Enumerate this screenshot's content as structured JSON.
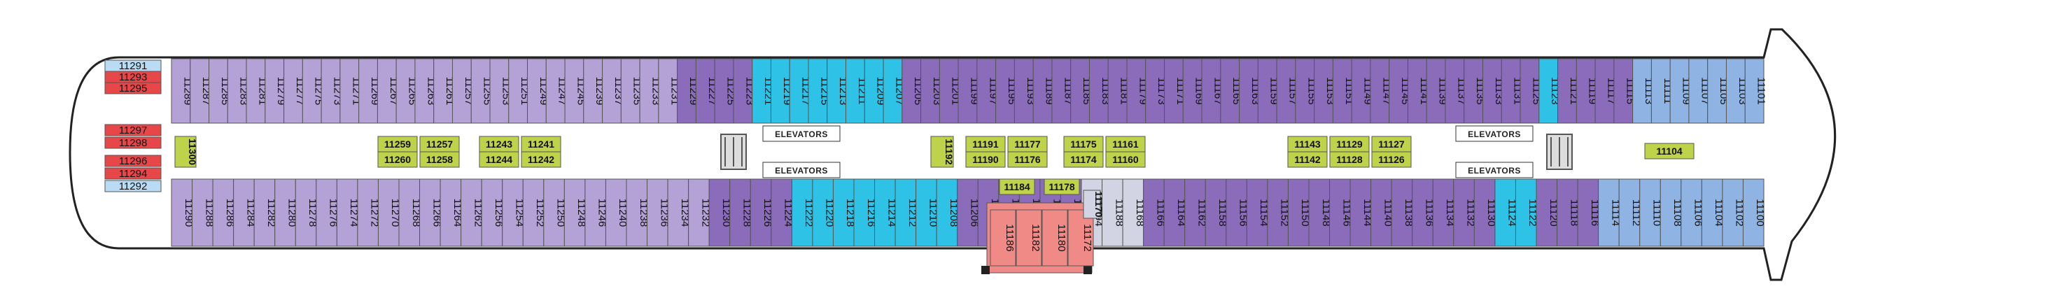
{
  "colors": {
    "lavender": "#b4a2d6",
    "purple": "#8a6cbb",
    "cyan": "#2ec2e6",
    "blue": "#8fb4e3",
    "lightblue": "#b9dcf4",
    "red": "#e8474a",
    "green": "#bfd34a",
    "salmon": "#ef8a86",
    "grey": "#d2d4e3"
  },
  "elevators": {
    "label": "ELEVATORS"
  },
  "cabins": {
    "forward_stern": [
      {
        "n": "11291",
        "c": "lightblue"
      },
      {
        "n": "11293",
        "c": "red"
      },
      {
        "n": "11295",
        "c": "red"
      },
      {
        "n": "11297",
        "c": "red"
      },
      {
        "n": "11298",
        "c": "red"
      },
      {
        "n": "11296",
        "c": "red"
      },
      {
        "n": "11294",
        "c": "red"
      },
      {
        "n": "11292",
        "c": "lightblue"
      }
    ],
    "top": [
      {
        "n": "11289",
        "c": "lavender"
      },
      {
        "n": "11287",
        "c": "lavender"
      },
      {
        "n": "11285",
        "c": "lavender"
      },
      {
        "n": "11283",
        "c": "lavender"
      },
      {
        "n": "11281",
        "c": "lavender"
      },
      {
        "n": "11279",
        "c": "lavender"
      },
      {
        "n": "11277",
        "c": "lavender"
      },
      {
        "n": "11275",
        "c": "lavender"
      },
      {
        "n": "11273",
        "c": "lavender"
      },
      {
        "n": "11271",
        "c": "lavender"
      },
      {
        "n": "11269",
        "c": "lavender"
      },
      {
        "n": "11267",
        "c": "lavender"
      },
      {
        "n": "11265",
        "c": "lavender"
      },
      {
        "n": "11263",
        "c": "lavender"
      },
      {
        "n": "11261",
        "c": "lavender"
      },
      {
        "n": "11257",
        "c": "lavender"
      },
      {
        "n": "11255",
        "c": "lavender"
      },
      {
        "n": "11253",
        "c": "lavender"
      },
      {
        "n": "11251",
        "c": "lavender"
      },
      {
        "n": "11249",
        "c": "lavender"
      },
      {
        "n": "11247",
        "c": "lavender"
      },
      {
        "n": "11245",
        "c": "lavender"
      },
      {
        "n": "11239",
        "c": "lavender"
      },
      {
        "n": "11237",
        "c": "lavender"
      },
      {
        "n": "11235",
        "c": "lavender"
      },
      {
        "n": "11233",
        "c": "lavender"
      },
      {
        "n": "11231",
        "c": "lavender"
      },
      {
        "n": "11229",
        "c": "purple"
      },
      {
        "n": "11227",
        "c": "purple"
      },
      {
        "n": "11225",
        "c": "purple"
      },
      {
        "n": "11223",
        "c": "purple"
      },
      {
        "n": "11221",
        "c": "cyan"
      },
      {
        "n": "11219",
        "c": "cyan"
      },
      {
        "n": "11217",
        "c": "cyan"
      },
      {
        "n": "11215",
        "c": "cyan"
      },
      {
        "n": "11213",
        "c": "cyan"
      },
      {
        "n": "11211",
        "c": "cyan"
      },
      {
        "n": "11209",
        "c": "cyan"
      },
      {
        "n": "11207",
        "c": "cyan"
      },
      {
        "n": "11205",
        "c": "purple"
      },
      {
        "n": "11203",
        "c": "purple"
      },
      {
        "n": "11201",
        "c": "purple"
      },
      {
        "n": "11199",
        "c": "purple"
      },
      {
        "n": "11197",
        "c": "purple"
      },
      {
        "n": "11195",
        "c": "purple"
      },
      {
        "n": "11193",
        "c": "purple"
      },
      {
        "n": "11189",
        "c": "purple"
      },
      {
        "n": "11187",
        "c": "purple"
      },
      {
        "n": "11185",
        "c": "purple"
      },
      {
        "n": "11183",
        "c": "purple"
      },
      {
        "n": "11181",
        "c": "purple"
      },
      {
        "n": "11179",
        "c": "purple"
      },
      {
        "n": "11173",
        "c": "purple"
      },
      {
        "n": "11171",
        "c": "purple"
      },
      {
        "n": "11169",
        "c": "purple"
      },
      {
        "n": "11167",
        "c": "purple"
      },
      {
        "n": "11165",
        "c": "purple"
      },
      {
        "n": "11163",
        "c": "purple"
      },
      {
        "n": "11159",
        "c": "purple"
      },
      {
        "n": "11157",
        "c": "purple"
      },
      {
        "n": "11155",
        "c": "purple"
      },
      {
        "n": "11153",
        "c": "purple"
      },
      {
        "n": "11151",
        "c": "purple"
      },
      {
        "n": "11149",
        "c": "purple"
      },
      {
        "n": "11147",
        "c": "purple"
      },
      {
        "n": "11145",
        "c": "purple"
      },
      {
        "n": "11141",
        "c": "purple"
      },
      {
        "n": "11139",
        "c": "purple"
      },
      {
        "n": "11137",
        "c": "purple"
      },
      {
        "n": "11135",
        "c": "purple"
      },
      {
        "n": "11133",
        "c": "purple"
      },
      {
        "n": "11131",
        "c": "purple"
      },
      {
        "n": "11125",
        "c": "purple"
      },
      {
        "n": "11123",
        "c": "cyan"
      },
      {
        "n": "11121",
        "c": "purple"
      },
      {
        "n": "11119",
        "c": "purple"
      },
      {
        "n": "11117",
        "c": "purple"
      },
      {
        "n": "11115",
        "c": "purple"
      },
      {
        "n": "11113",
        "c": "blue"
      },
      {
        "n": "11111",
        "c": "blue"
      },
      {
        "n": "11109",
        "c": "blue"
      },
      {
        "n": "11107",
        "c": "blue"
      },
      {
        "n": "11105",
        "c": "blue"
      },
      {
        "n": "11103",
        "c": "blue"
      },
      {
        "n": "11101",
        "c": "blue"
      }
    ],
    "bottom": [
      {
        "n": "11290",
        "c": "lavender"
      },
      {
        "n": "11288",
        "c": "lavender"
      },
      {
        "n": "11286",
        "c": "lavender"
      },
      {
        "n": "11284",
        "c": "lavender"
      },
      {
        "n": "11282",
        "c": "lavender"
      },
      {
        "n": "11280",
        "c": "lavender"
      },
      {
        "n": "11278",
        "c": "lavender"
      },
      {
        "n": "11276",
        "c": "lavender"
      },
      {
        "n": "11274",
        "c": "lavender"
      },
      {
        "n": "11272",
        "c": "lavender"
      },
      {
        "n": "11270",
        "c": "lavender"
      },
      {
        "n": "11268",
        "c": "lavender"
      },
      {
        "n": "11266",
        "c": "lavender"
      },
      {
        "n": "11264",
        "c": "lavender"
      },
      {
        "n": "11262",
        "c": "lavender"
      },
      {
        "n": "11256",
        "c": "lavender"
      },
      {
        "n": "11254",
        "c": "lavender"
      },
      {
        "n": "11252",
        "c": "lavender"
      },
      {
        "n": "11250",
        "c": "lavender"
      },
      {
        "n": "11248",
        "c": "lavender"
      },
      {
        "n": "11246",
        "c": "lavender"
      },
      {
        "n": "11240",
        "c": "lavender"
      },
      {
        "n": "11238",
        "c": "lavender"
      },
      {
        "n": "11236",
        "c": "lavender"
      },
      {
        "n": "11234",
        "c": "lavender"
      },
      {
        "n": "11232",
        "c": "lavender"
      },
      {
        "n": "11230",
        "c": "purple"
      },
      {
        "n": "11228",
        "c": "purple"
      },
      {
        "n": "11226",
        "c": "purple"
      },
      {
        "n": "11224",
        "c": "purple"
      },
      {
        "n": "11222",
        "c": "cyan"
      },
      {
        "n": "11220",
        "c": "cyan"
      },
      {
        "n": "11218",
        "c": "cyan"
      },
      {
        "n": "11216",
        "c": "cyan"
      },
      {
        "n": "11214",
        "c": "cyan"
      },
      {
        "n": "11212",
        "c": "cyan"
      },
      {
        "n": "11210",
        "c": "cyan"
      },
      {
        "n": "11208",
        "c": "cyan"
      },
      {
        "n": "11206",
        "c": "purple"
      },
      {
        "n": "11204",
        "c": "purple"
      },
      {
        "n": "11202",
        "c": "purple"
      },
      {
        "n": "11200",
        "c": "purple"
      },
      {
        "n": "11198",
        "c": "purple"
      },
      {
        "n": "11196",
        "c": "purple"
      },
      {
        "n": "11194",
        "c": "grey"
      },
      {
        "n": "11188",
        "c": "grey"
      },
      {
        "n": "11168",
        "c": "grey"
      },
      {
        "n": "11166",
        "c": "purple"
      },
      {
        "n": "11164",
        "c": "purple"
      },
      {
        "n": "11162",
        "c": "purple"
      },
      {
        "n": "11158",
        "c": "purple"
      },
      {
        "n": "11156",
        "c": "purple"
      },
      {
        "n": "11154",
        "c": "purple"
      },
      {
        "n": "11152",
        "c": "purple"
      },
      {
        "n": "11150",
        "c": "purple"
      },
      {
        "n": "11148",
        "c": "purple"
      },
      {
        "n": "11146",
        "c": "purple"
      },
      {
        "n": "11144",
        "c": "purple"
      },
      {
        "n": "11140",
        "c": "purple"
      },
      {
        "n": "11138",
        "c": "purple"
      },
      {
        "n": "11136",
        "c": "purple"
      },
      {
        "n": "11134",
        "c": "purple"
      },
      {
        "n": "11132",
        "c": "purple"
      },
      {
        "n": "11130",
        "c": "purple"
      },
      {
        "n": "11124",
        "c": "cyan"
      },
      {
        "n": "11122",
        "c": "cyan"
      },
      {
        "n": "11120",
        "c": "purple"
      },
      {
        "n": "11118",
        "c": "purple"
      },
      {
        "n": "11116",
        "c": "purple"
      },
      {
        "n": "11114",
        "c": "blue"
      },
      {
        "n": "11112",
        "c": "blue"
      },
      {
        "n": "11110",
        "c": "blue"
      },
      {
        "n": "11108",
        "c": "blue"
      },
      {
        "n": "11106",
        "c": "blue"
      },
      {
        "n": "11104b",
        "c": "blue"
      },
      {
        "n": "11102",
        "c": "blue"
      },
      {
        "n": "11100",
        "c": "blue"
      }
    ],
    "salmon": [
      "11186",
      "11182",
      "11180",
      "11172"
    ],
    "salmon_inner": [
      "11184",
      "11178",
      "11170"
    ],
    "inner_pairs": [
      [
        "11259",
        "11260"
      ],
      [
        "11257",
        "11258"
      ],
      [
        "11243",
        "11244"
      ],
      [
        "11241",
        "11242"
      ],
      [
        "11191",
        "11190"
      ],
      [
        "11177",
        "11176"
      ],
      [
        "11175",
        "11174"
      ],
      [
        "11161",
        "11160"
      ],
      [
        "11143",
        "11142"
      ],
      [
        "11129",
        "11128"
      ],
      [
        "11127",
        "11126"
      ]
    ],
    "inner_single": [
      "11300",
      "11192",
      "11104"
    ]
  }
}
